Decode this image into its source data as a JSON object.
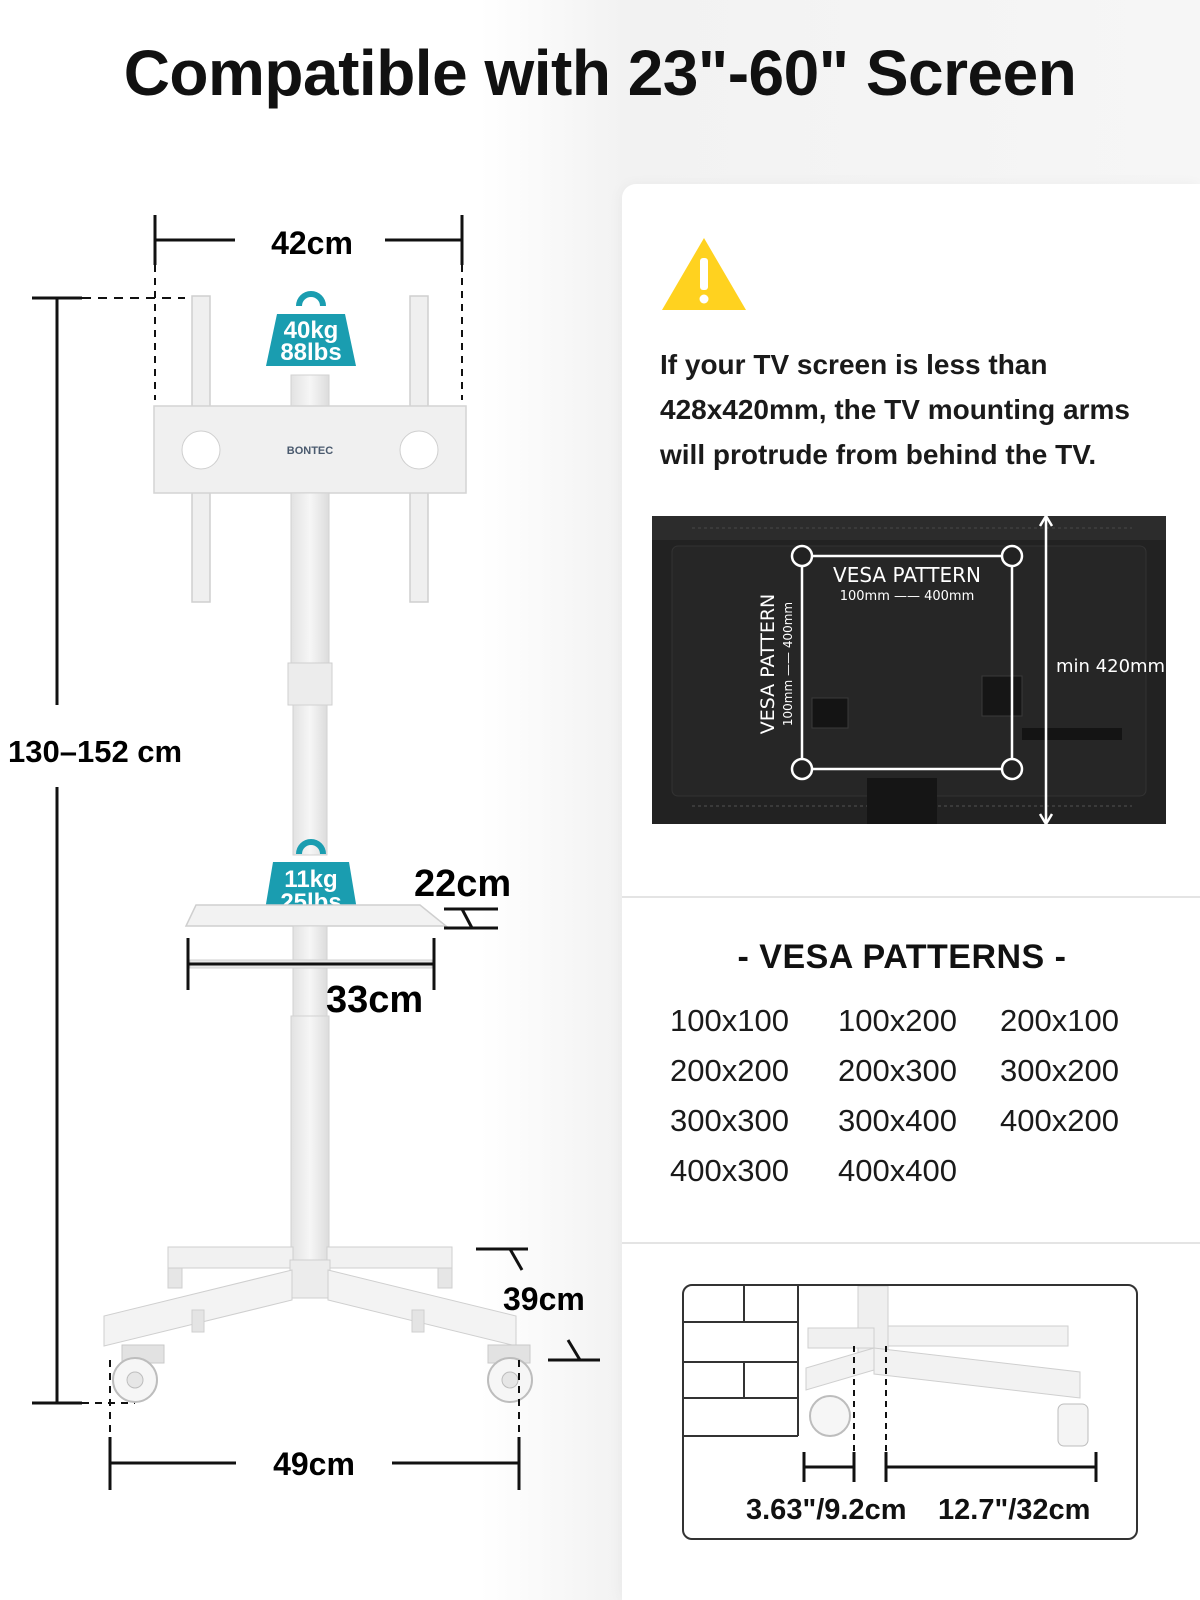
{
  "title": "Compatible with 23\"-60\" Screen",
  "dimensions": {
    "top_width": "42cm",
    "height_range": "130–152 cm",
    "shelf_depth": "22cm",
    "shelf_width": "33cm",
    "base_depth": "39cm",
    "base_width": "49cm"
  },
  "load_badges": {
    "top": {
      "kg": "40kg",
      "lbs": "88lbs"
    },
    "shelf": {
      "kg": "11kg",
      "lbs": "25lbs"
    }
  },
  "brand_logo": "BONTEC",
  "warning": {
    "icon": "warning-triangle-icon",
    "text": "If your TV screen is less than 428x420mm, the TV mounting arms will protrude from behind the TV."
  },
  "tv_back": {
    "vesa_horizontal_title": "VESA PATTERN",
    "vesa_horizontal_range": "100mm —— 400mm",
    "vesa_vertical_title": "VESA PATTERN",
    "vesa_vertical_range": "100mm —— 400mm",
    "min_height": "min 420mm"
  },
  "vesa_patterns": {
    "heading": "- VESA PATTERNS -",
    "items": [
      "100x100",
      "100x200",
      "200x100",
      "200x200",
      "200x300",
      "300x200",
      "300x300",
      "300x400",
      "400x200",
      "400x300",
      "400x400"
    ]
  },
  "caster": {
    "clearance": "3.63\"/9.2cm",
    "spacing": "12.7\"/32cm"
  },
  "colors": {
    "badge_teal": "#1a9db0",
    "warning_yellow": "#ffd21f",
    "stand_white": "#ececec",
    "stand_edge": "#cfcfcf"
  }
}
